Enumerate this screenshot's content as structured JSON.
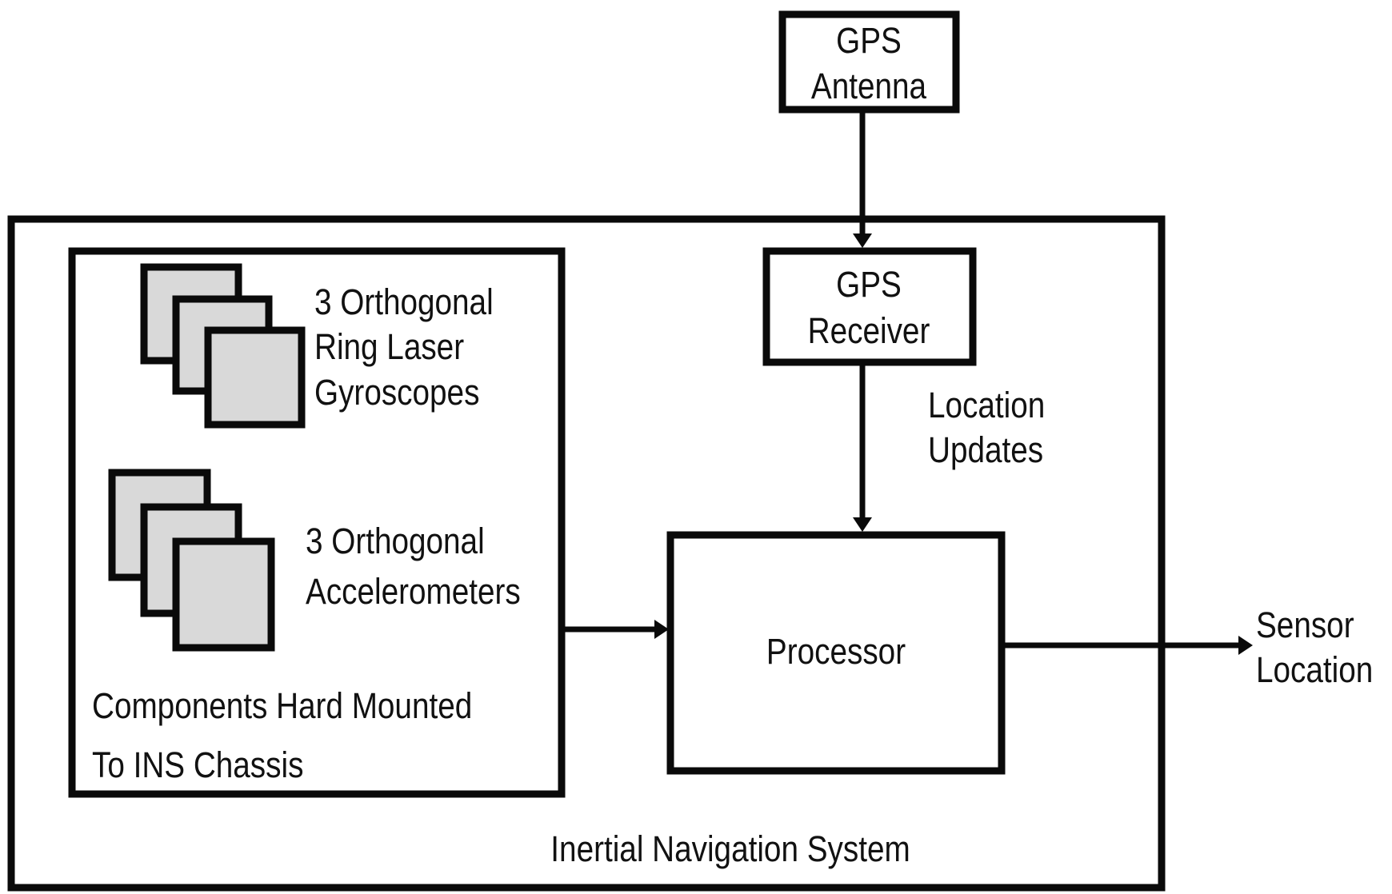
{
  "diagram": {
    "title": "Inertial Navigation System",
    "nodes": {
      "gps_antenna": {
        "lines": [
          "GPS",
          "Antenna"
        ]
      },
      "gps_receiver": {
        "lines": [
          "GPS",
          "Receiver"
        ]
      },
      "processor": {
        "label": "Processor"
      },
      "sensor_assembly": {
        "gyroscopes": {
          "lines": [
            "3 Orthogonal",
            "Ring Laser",
            "Gyroscopes"
          ],
          "count": 3
        },
        "accelerometers": {
          "lines": [
            "3 Orthogonal",
            "Accelerometers"
          ],
          "count": 3
        },
        "caption": [
          "Components Hard Mounted",
          "To INS Chassis"
        ]
      },
      "output": {
        "lines": [
          "Sensor",
          "Location"
        ]
      }
    },
    "edges": [
      {
        "from": "gps_antenna",
        "to": "gps_receiver",
        "label": ""
      },
      {
        "from": "gps_receiver",
        "to": "processor",
        "label": "Location Updates"
      },
      {
        "from": "sensor_assembly",
        "to": "processor",
        "label": ""
      },
      {
        "from": "processor",
        "to": "output",
        "label": ""
      }
    ],
    "edge_label_lines": [
      "Location",
      "Updates"
    ],
    "colors": {
      "stroke": "#0a0a0a",
      "component_fill": "#d9d9d9",
      "background": "#ffffff"
    }
  }
}
